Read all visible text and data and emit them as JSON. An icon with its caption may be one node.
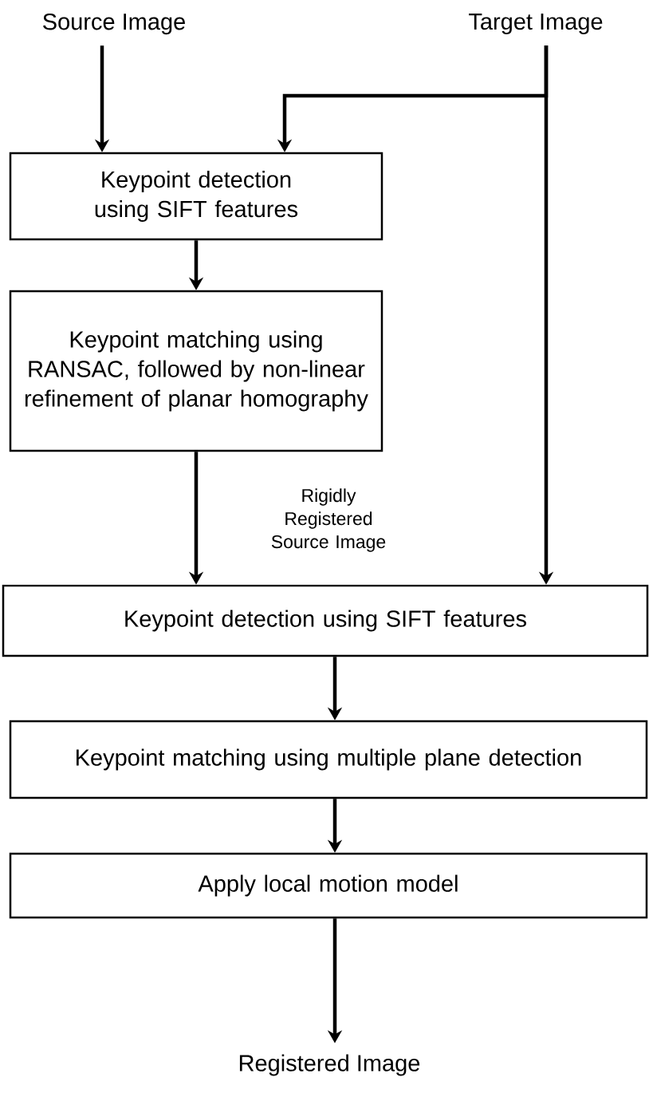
{
  "diagram": {
    "nodes": [
      {
        "text": [
          "Source Image"
        ]
      },
      {
        "text": [
          "Target Image"
        ]
      },
      {
        "text": [
          "Keypoint detection using SIFT features"
        ]
      },
      {
        "text": [
          "Keypoint matching using RANSAC, followed by non-linear refinement of planar homography"
        ]
      },
      {
        "text": [
          "Keypoint detection using SIFT features"
        ]
      },
      {
        "text": [
          "Keypoint matching using multiple plane detection"
        ]
      },
      {
        "text": [
          "Apply local motion model"
        ]
      },
      {
        "text": [
          "Registered Image"
        ]
      }
    ],
    "edges": [
      {
        "from": 0,
        "to": 2,
        "arrow": "to"
      },
      {
        "from": 1,
        "to": 2,
        "arrow": "to"
      },
      {
        "from": 1,
        "to": 4,
        "arrow": "to"
      },
      {
        "from": 2,
        "to": 3,
        "arrow": "to"
      },
      {
        "from": 3,
        "to": 4,
        "arrow": "to",
        "label": "Rigidly Registered Source Image"
      },
      {
        "from": 4,
        "to": 5,
        "arrow": "to"
      },
      {
        "from": 5,
        "to": 6,
        "arrow": "to"
      },
      {
        "from": 6,
        "to": 7,
        "arrow": "to"
      }
    ]
  }
}
